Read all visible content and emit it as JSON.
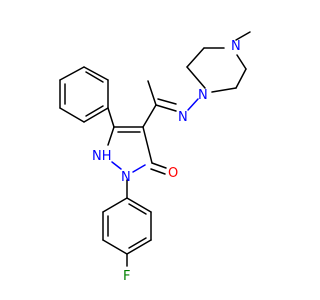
{
  "molecule": {
    "atoms": {
      "N_methyl": "N",
      "N_piperazine": "N",
      "N_imine": "N",
      "NH_pyrazole": "NH",
      "N_pyrazole": "N",
      "O_carbonyl": "O",
      "F": "F"
    },
    "colors": {
      "nitrogen": "#0000ff",
      "oxygen": "#ff0000",
      "fluorine": "#008000",
      "carbon": "#000000"
    }
  }
}
